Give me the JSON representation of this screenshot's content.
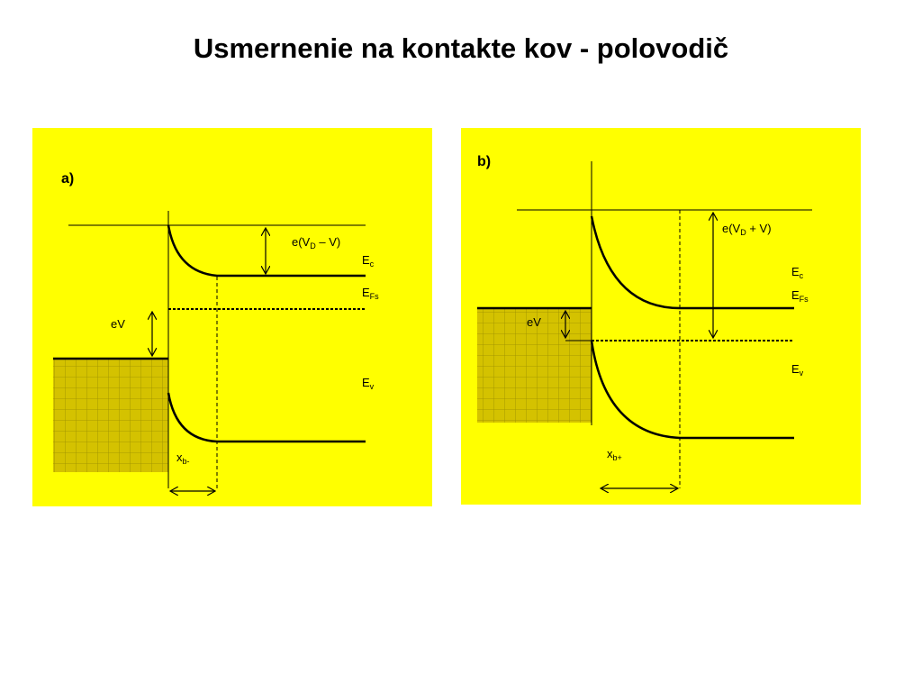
{
  "slide": {
    "title": "Usmernenie na kontakte kov - polovodič"
  },
  "colors": {
    "panel_bg": "#ffff00",
    "metal_fill": "#d4c200",
    "grid_line": "#9a8e00",
    "line": "#000000"
  },
  "panel_a": {
    "label": "a)",
    "barrier": {
      "main": "e(V",
      "sub": "D",
      "rest": " – V)"
    },
    "ec": {
      "main": "E",
      "sub": "c"
    },
    "efs": {
      "main": "E",
      "sub": "Fs"
    },
    "ev": {
      "main": "E",
      "sub": "v"
    },
    "ev_bias": "eV",
    "width": {
      "main": "x",
      "sub": "b-"
    }
  },
  "panel_b": {
    "label": "b)",
    "barrier": {
      "main": "e(V",
      "sub": "D",
      "rest": " + V)"
    },
    "ec": {
      "main": "E",
      "sub": "c"
    },
    "efs": {
      "main": "E",
      "sub": "Fs"
    },
    "ev": {
      "main": "E",
      "sub": "v"
    },
    "ev_bias": "eV",
    "width": {
      "main": "x",
      "sub": "b+"
    }
  }
}
